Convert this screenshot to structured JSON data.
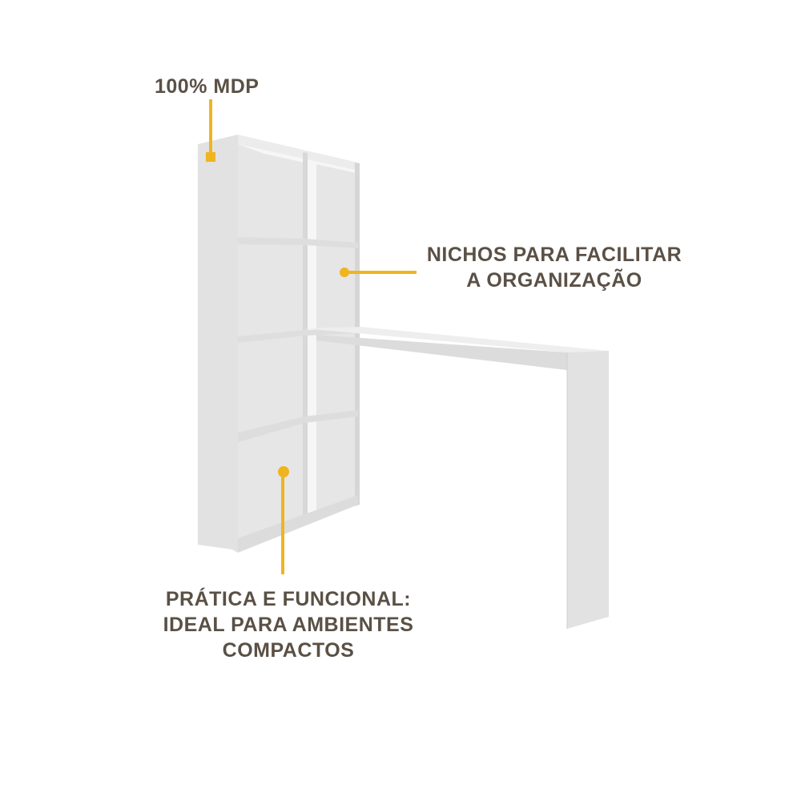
{
  "colors": {
    "text": "#5a5045",
    "accent": "#f0b41e",
    "furniture": "#e4e4e4"
  },
  "callouts": {
    "material": "100% MDP",
    "niches_line1": "NICHOS PARA FACILITAR",
    "niches_line2": "A ORGANIZAÇÃO",
    "practical_line1": "PRÁTICA E FUNCIONAL:",
    "practical_line2": "IDEAL PARA AMBIENTES",
    "practical_line3": "COMPACTOS"
  }
}
